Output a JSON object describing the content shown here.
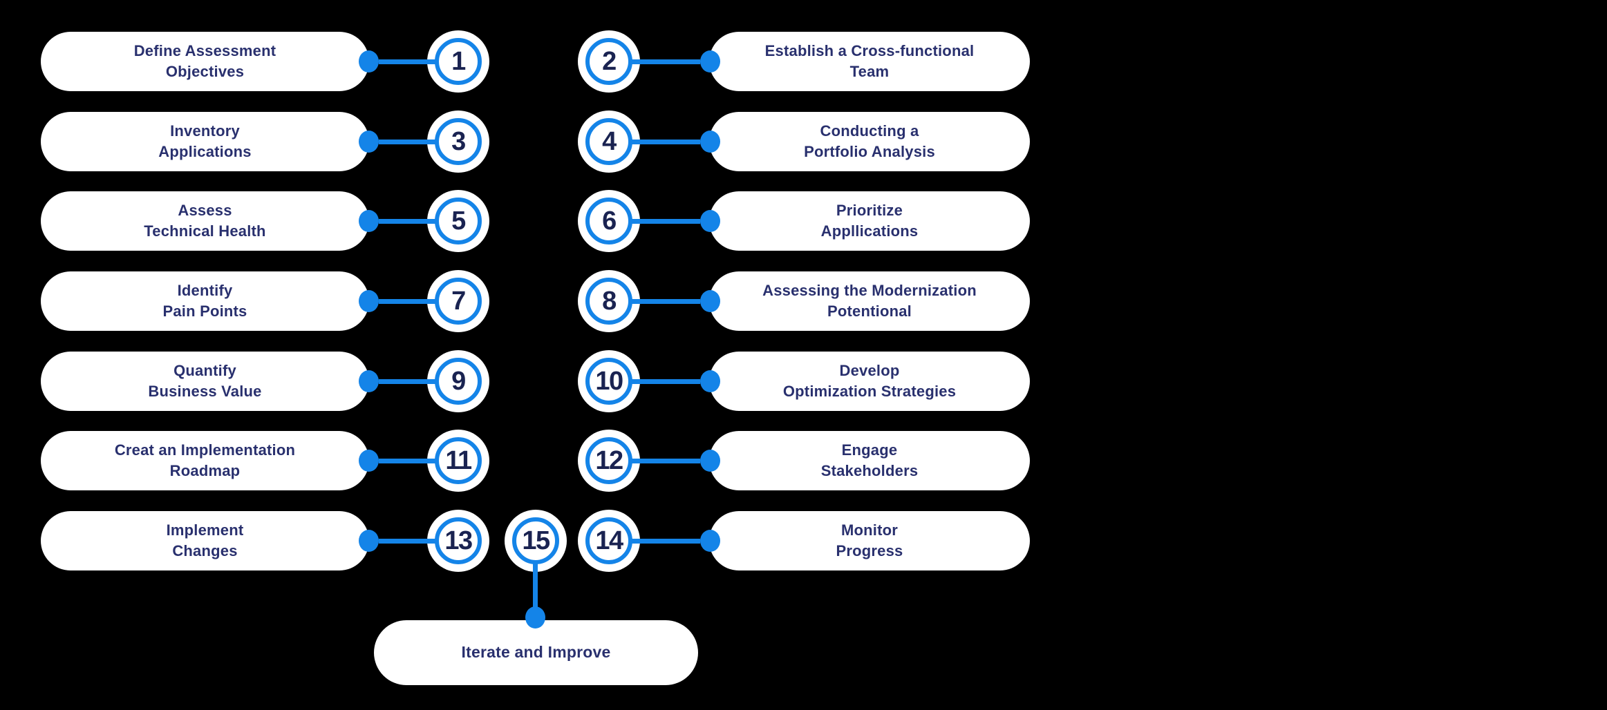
{
  "diagram": {
    "type": "process-flow",
    "background": "#000000"
  },
  "colors": {
    "accent_blue": "#1484e8",
    "pill_background": "#ffffff",
    "label_navy": "#29306e",
    "number_navy": "#1a2351"
  },
  "steps": [
    {
      "number": "1",
      "column": "left",
      "lines": [
        "Define Assessment",
        "Objectives"
      ]
    },
    {
      "number": "2",
      "column": "right",
      "lines": [
        "Establish a Cross-functional",
        "Team"
      ]
    },
    {
      "number": "3",
      "column": "left",
      "lines": [
        "Inventory",
        "Applications"
      ]
    },
    {
      "number": "4",
      "column": "right",
      "lines": [
        "Conducting a",
        "Portfolio Analysis"
      ]
    },
    {
      "number": "5",
      "column": "left",
      "lines": [
        "Assess",
        "Technical Health"
      ]
    },
    {
      "number": "6",
      "column": "right",
      "lines": [
        "Prioritize",
        "Appllications"
      ]
    },
    {
      "number": "7",
      "column": "left",
      "lines": [
        "Identify",
        "Pain Points"
      ]
    },
    {
      "number": "8",
      "column": "right",
      "lines": [
        "Assessing the Modernization",
        "Potentional"
      ]
    },
    {
      "number": "9",
      "column": "left",
      "lines": [
        "Quantify",
        "Business Value"
      ]
    },
    {
      "number": "10",
      "column": "right",
      "lines": [
        "Develop",
        "Optimization Strategies"
      ]
    },
    {
      "number": "11",
      "column": "left",
      "lines": [
        "Creat an Implementation",
        "Roadmap"
      ]
    },
    {
      "number": "12",
      "column": "right",
      "lines": [
        "Engage",
        "Stakeholders"
      ]
    },
    {
      "number": "13",
      "column": "left",
      "lines": [
        "Implement",
        "Changes"
      ]
    },
    {
      "number": "14",
      "column": "right",
      "lines": [
        "Monitor",
        "Progress"
      ]
    }
  ],
  "final_step": {
    "number": "15",
    "label": "Iterate and Improve"
  }
}
